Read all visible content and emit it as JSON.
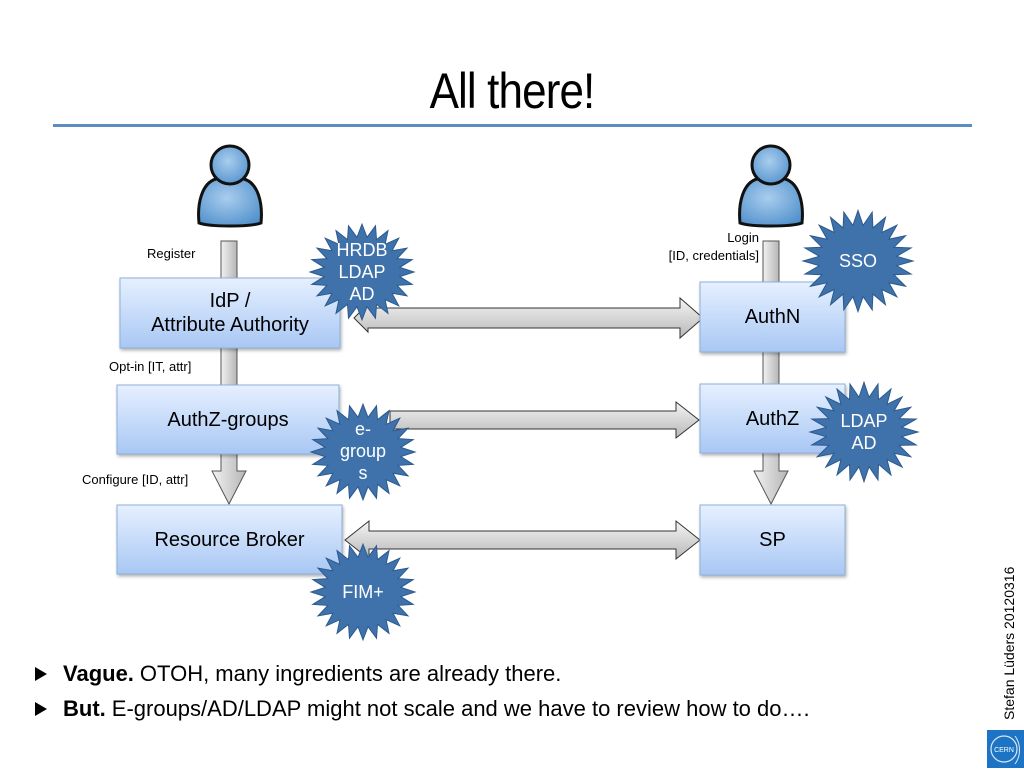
{
  "slide": {
    "title": "All there!",
    "accent_color": "#5b8dc3",
    "box_fill_top": "#e3eeff",
    "box_fill_bottom": "#a9c8f5",
    "burst_color": "#3f72ab"
  },
  "actors": [
    {
      "id": "user-left",
      "icon": "user-icon"
    },
    {
      "id": "user-right",
      "icon": "user-icon"
    }
  ],
  "boxes": {
    "idp_line1": "IdP /",
    "idp_line2": "Attribute Authority",
    "authz_groups": "AuthZ-groups",
    "resource_broker": "Resource Broker",
    "authn": "AuthN",
    "authz": "AuthZ",
    "sp": "SP"
  },
  "flow_labels": {
    "register": "Register",
    "opt_in": "Opt-in [IT, attr]",
    "configure": "Configure [ID, attr]",
    "login_line1": "Login",
    "login_line2": "[ID, credentials]"
  },
  "bursts": {
    "hrdb": [
      "HRDB",
      "LDAP",
      "AD"
    ],
    "egroups": [
      "e-",
      "group",
      "s"
    ],
    "fim": [
      "FIM+"
    ],
    "sso": [
      "SSO"
    ],
    "ldap_ad": [
      "LDAP",
      "AD"
    ]
  },
  "arrows": [
    {
      "from": "IdP / Attribute Authority",
      "to": "AuthN",
      "direction": "bidirectional"
    },
    {
      "from": "AuthZ-groups",
      "to": "AuthZ",
      "direction": "forward"
    },
    {
      "from": "Resource Broker",
      "to": "SP",
      "direction": "bidirectional"
    }
  ],
  "bullets": [
    {
      "bold": "Vague.",
      "text": "OTOH, many ingredients are already there."
    },
    {
      "bold": "But.",
      "text": "E-groups/AD/LDAP might not scale and we have to review how to do…."
    }
  ],
  "footer": {
    "author_date": "Stefan Lüders 20120316",
    "logo": "CERN"
  }
}
